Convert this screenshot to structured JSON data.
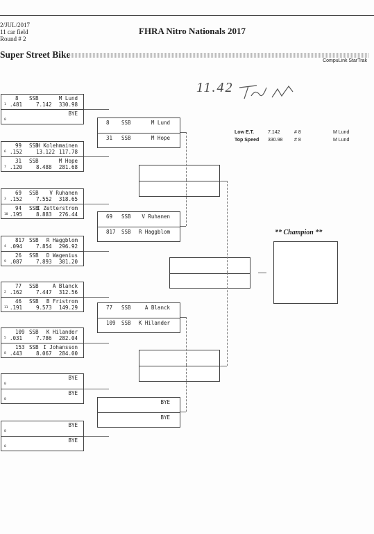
{
  "header": {
    "date": "2/JUL/2017",
    "field": "11 car field",
    "round": "Round # 2",
    "title": "FHRA Nitro Nationals 2017",
    "class_name": "Super Street Bike",
    "system": "CompuLink StarTrak"
  },
  "handwriting": "11.42",
  "round1": [
    {
      "lane": "1",
      "car": "8",
      "cls": "SSB",
      "name": "M Lund",
      "rt": ".481",
      "et": "7.142",
      "mph": "330.98"
    },
    {
      "lane": "0",
      "car": "",
      "cls": "",
      "name": "BYE",
      "rt": "",
      "et": "",
      "mph": ""
    },
    {
      "lane": "6",
      "car": "99",
      "cls": "SSB",
      "name": "H Kolehmainen",
      "rt": ".152",
      "et": "13.122",
      "mph": "117.78"
    },
    {
      "lane": "7",
      "car": "31",
      "cls": "SSB",
      "name": "M Hope",
      "rt": ".120",
      "et": "8.488",
      "mph": "281.68"
    },
    {
      "lane": "3",
      "car": "69",
      "cls": "SSB",
      "name": "V Ruhanen",
      "rt": ".152",
      "et": "7.552",
      "mph": "318.65"
    },
    {
      "lane": "10",
      "car": "94",
      "cls": "SSB",
      "name": "I Zetterstrom",
      "rt": ".195",
      "et": "8.883",
      "mph": "276.44"
    },
    {
      "lane": "4",
      "car": "817",
      "cls": "SSB",
      "name": "R Haggblom",
      "rt": ".094",
      "et": "7.854",
      "mph": "296.92"
    },
    {
      "lane": "9",
      "car": "26",
      "cls": "SSB",
      "name": "D Wagenius",
      "rt": ".087",
      "et": "7.893",
      "mph": "301.20"
    },
    {
      "lane": "2",
      "car": "77",
      "cls": "SSB",
      "name": "A Blanck",
      "rt": ".162",
      "et": "7.447",
      "mph": "312.56"
    },
    {
      "lane": "11",
      "car": "46",
      "cls": "SSB",
      "name": "B Fristrom",
      "rt": ".191",
      "et": "9.573",
      "mph": "149.29"
    },
    {
      "lane": "5",
      "car": "109",
      "cls": "SSB",
      "name": "K Hilander",
      "rt": ".031",
      "et": "7.786",
      "mph": "282.04"
    },
    {
      "lane": "8",
      "car": "153",
      "cls": "SSB",
      "name": "I Johansson",
      "rt": ".443",
      "et": "8.067",
      "mph": "284.00"
    },
    {
      "lane": "0",
      "car": "",
      "cls": "",
      "name": "BYE",
      "rt": "",
      "et": "",
      "mph": ""
    },
    {
      "lane": "0",
      "car": "",
      "cls": "",
      "name": "BYE",
      "rt": "",
      "et": "",
      "mph": ""
    },
    {
      "lane": "0",
      "car": "",
      "cls": "",
      "name": "BYE",
      "rt": "",
      "et": "",
      "mph": ""
    },
    {
      "lane": "0",
      "car": "",
      "cls": "",
      "name": "BYE",
      "rt": "",
      "et": "",
      "mph": ""
    }
  ],
  "round2": [
    {
      "car": "8",
      "cls": "SSB",
      "name": "M Lund"
    },
    {
      "car": "31",
      "cls": "SSB",
      "name": "M Hope"
    },
    {
      "car": "69",
      "cls": "SSB",
      "name": "V Ruhanen"
    },
    {
      "car": "817",
      "cls": "SSB",
      "name": "R Haggblom"
    },
    {
      "car": "77",
      "cls": "SSB",
      "name": "A Blanck"
    },
    {
      "car": "109",
      "cls": "SSB",
      "name": "K Hilander"
    },
    {
      "car": "",
      "cls": "",
      "name": "BYE"
    },
    {
      "car": "",
      "cls": "",
      "name": "BYE"
    }
  ],
  "stats": {
    "low_et_label": "Low E.T.",
    "low_et_value": "7.142",
    "low_et_num": "# 8",
    "low_et_name": "M Lund",
    "top_speed_label": "Top Speed",
    "top_speed_value": "330.98",
    "top_speed_num": "# 8",
    "top_speed_name": "M Lund"
  },
  "champion_label": "** Champion **"
}
